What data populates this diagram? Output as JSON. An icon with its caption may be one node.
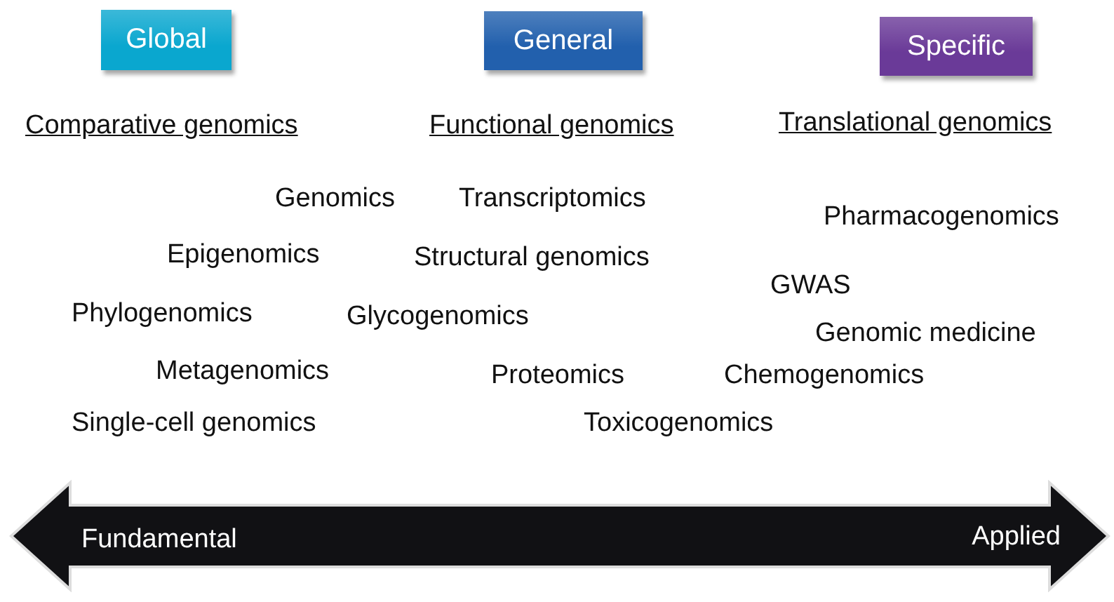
{
  "diagram": {
    "nodes": [
      {
        "text": [
          "Global"
        ]
      },
      {
        "text": [
          "General"
        ]
      },
      {
        "text": [
          "Specific"
        ]
      },
      {
        "text": [
          "Fundamental",
          "Applied"
        ]
      }
    ],
    "labels": [
      "Comparative genomics",
      "Functional genomics",
      "Translational genomics",
      "Genomics",
      "Transcriptomics",
      "Pharmacogenomics",
      "Epigenomics",
      "Structural genomics",
      "GWAS",
      "Phylogenomics",
      "Glycogenomics",
      "Genomic medicine",
      "Metagenomics",
      "Proteomics",
      "Chemogenomics",
      "Single-cell genomics",
      "Toxicogenomics"
    ]
  }
}
